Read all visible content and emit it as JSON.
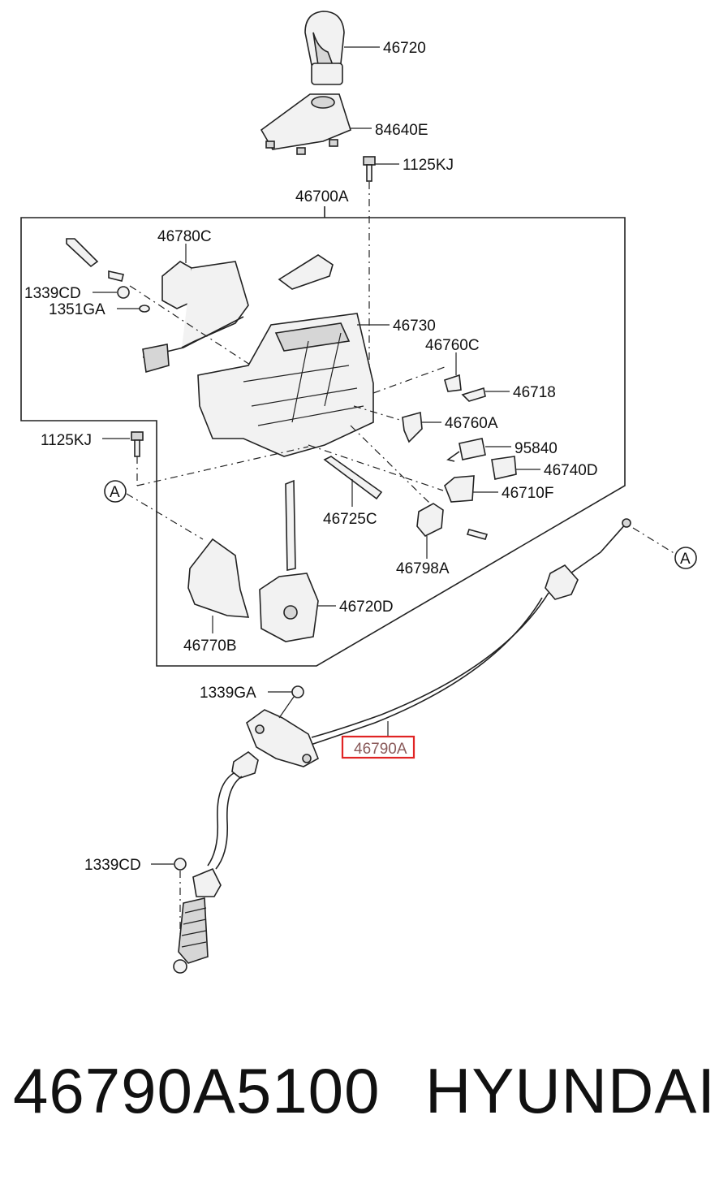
{
  "labels": {
    "knob": "46720",
    "console_cover": "84640E",
    "bolt_top": "1125KJ",
    "lever_assy": "46700A",
    "bracket_c": "46780C",
    "nut_cd_top": "1339CD",
    "washer_ga": "1351GA",
    "base": "46730",
    "clip_c": "46760C",
    "clip_718": "46718",
    "clip_a": "46760A",
    "bolt_left": "1125KJ",
    "switch": "95840",
    "cover_d": "46740D",
    "cover_f": "46710F",
    "pin": "46725C",
    "bracket_a": "46798A",
    "lever_d": "46720D",
    "bracket_b": "46770B",
    "nut_ga": "1339GA",
    "cable": "46790A",
    "nut_cd_bottom": "1339CD",
    "ref_a_left": "A",
    "ref_a_right": "A"
  },
  "footer": {
    "part_number": "46790A5100",
    "brand": "HYUNDAI"
  },
  "highlight_color": "#e02424"
}
